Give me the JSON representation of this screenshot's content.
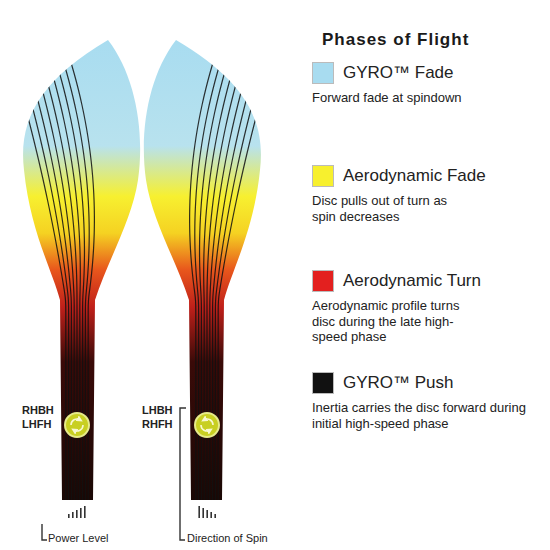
{
  "diagram": {
    "title": "Phases of Flight",
    "labels": [
      "RHBH",
      "LHFH",
      "LHBH",
      "RHFH",
      "Power Level",
      "Direction of Spin",
      "Forward fade at spindown",
      "Disc pulls out of turn as spin decreases",
      "Aerodynamic profile turns disc during the late high-speed phase",
      "Inertia carries the disc forward during initial high-speed phase"
    ],
    "legend": [
      {
        "text": "GYRO™ Fade",
        "color": "#a8dcf0"
      },
      {
        "text": "Aerodynamic Fade",
        "color": "#f7f02e"
      },
      {
        "text": "Aerodynamic Turn",
        "color": "#e3201f"
      },
      {
        "text": "GYRO™ Push",
        "color": "#111111"
      }
    ]
  }
}
